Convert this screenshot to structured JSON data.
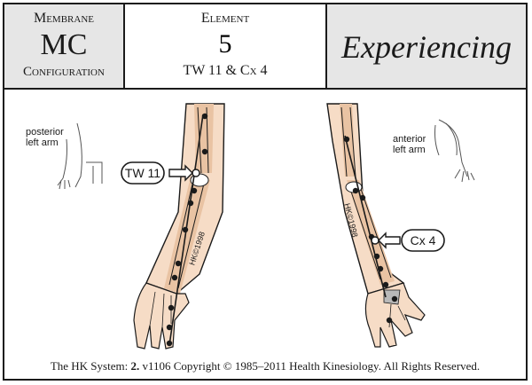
{
  "header": {
    "membrane": {
      "label": "Membrane",
      "value": "MC",
      "sublabel": "Configuration"
    },
    "element": {
      "label": "Element",
      "value": "5",
      "points": "TW 11  &  Cx 4"
    },
    "mode": {
      "label": "Experiencing"
    }
  },
  "illustration": {
    "left_thumb_label": [
      "posterior",
      "left arm"
    ],
    "right_thumb_label": [
      "anterior",
      "left arm"
    ],
    "left_point_label": "TW 11",
    "right_point_label": "Cx 4",
    "watermark_left": "HK©1998",
    "watermark_right": "HK©1998"
  },
  "footer": {
    "prefix": "The HK System: ",
    "book": "2.",
    "rest": " v1106 Copyright © 1985–2011  Health Kinesiology.  All Rights Reserved."
  },
  "colors": {
    "skin": "#f6dcc6",
    "channel": "#e9c3a3",
    "line": "#1a1a1a",
    "header_gray": "#e6e6e6"
  }
}
